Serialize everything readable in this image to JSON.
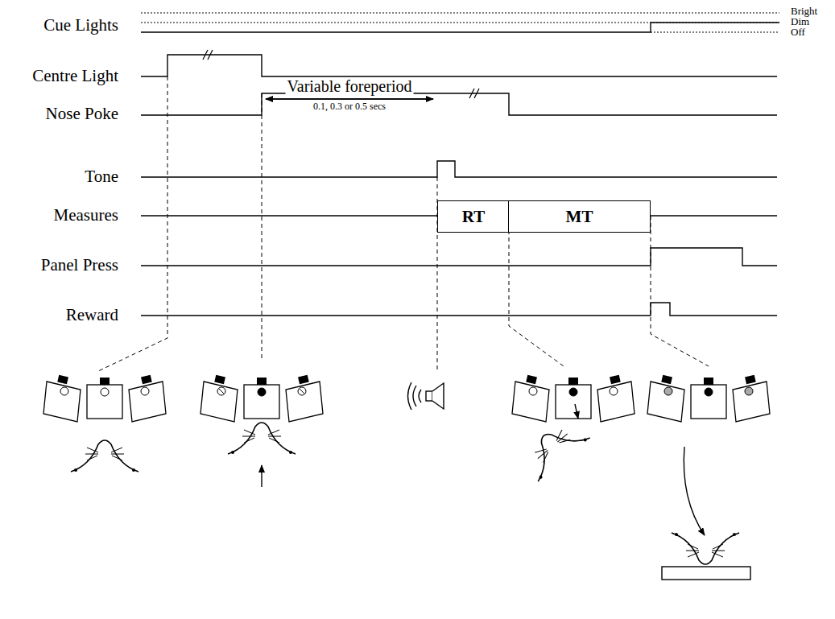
{
  "diagram": {
    "nodes": [
      {
        "text": [
          "RT"
        ]
      },
      {
        "text": [
          "MT"
        ]
      }
    ],
    "labels": [
      "Cue Lights",
      "Bright",
      "Dim",
      "Off",
      "Centre Light",
      "Nose Poke",
      "Variable foreperiod",
      "0.1, 0.3 or 0.5 secs",
      "Tone",
      "Measures",
      "Panel Press",
      "Reward"
    ]
  }
}
